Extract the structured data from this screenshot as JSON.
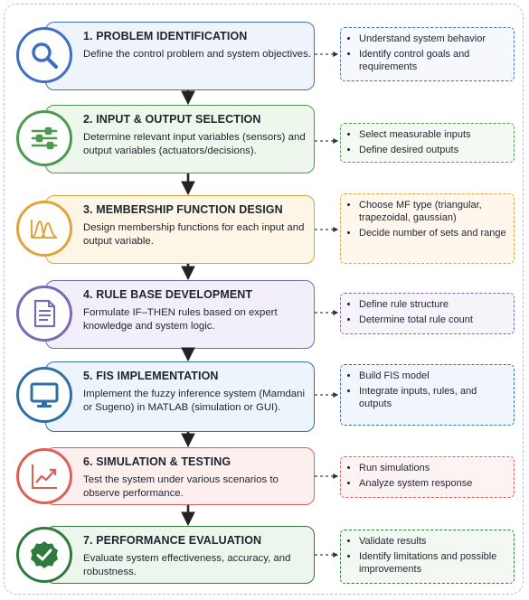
{
  "colors": {
    "blue": "#3f6fc2",
    "green": "#4c9a4f",
    "orange": "#e0a43a",
    "purple": "#7b69b4",
    "teal": "#2f6fa6",
    "red": "#d9615a",
    "darkgreen": "#2f7a3c"
  },
  "steps": [
    {
      "title": "1. PROBLEM IDENTIFICATION",
      "description": "Define the control problem and system objectives.",
      "icon": "magnifier-icon",
      "notes": [
        "Understand system behavior",
        "Identify control goals and requirements"
      ]
    },
    {
      "title": "2. INPUT & OUTPUT SELECTION",
      "description": "Determine relevant input variables (sensors) and output variables (actuators/decisions).",
      "icon": "sliders-icon",
      "notes": [
        "Select measurable inputs",
        "Define desired outputs"
      ]
    },
    {
      "title": "3. MEMBERSHIP FUNCTION DESIGN",
      "description": "Design membership functions for each input and output variable.",
      "icon": "membership-curves-icon",
      "notes": [
        "Choose MF type (triangular, trapezoidal, gaussian)",
        "Decide number of sets and range"
      ]
    },
    {
      "title": "4. RULE BASE DEVELOPMENT",
      "description": "Formulate IF–THEN rules based on expert knowledge and system logic.",
      "icon": "document-icon",
      "notes": [
        "Define rule structure",
        "Determine total rule count"
      ]
    },
    {
      "title": "5. FIS IMPLEMENTATION",
      "description": "Implement the fuzzy inference system (Mamdani or Sugeno) in MATLAB (simulation or GUI).",
      "icon": "monitor-icon",
      "notes": [
        "Build FIS model",
        "Integrate inputs, rules, and outputs"
      ]
    },
    {
      "title": "6. SIMULATION & TESTING",
      "description": "Test the system under various scenarios to observe performance.",
      "icon": "trend-chart-icon",
      "notes": [
        "Run simulations",
        "Analyze system response"
      ]
    },
    {
      "title": "7. PERFORMANCE EVALUATION",
      "description": "Evaluate system effectiveness, accuracy, and robustness.",
      "icon": "check-badge-icon",
      "notes": [
        "Validate results",
        "Identify limitations and possible improvements"
      ]
    }
  ]
}
